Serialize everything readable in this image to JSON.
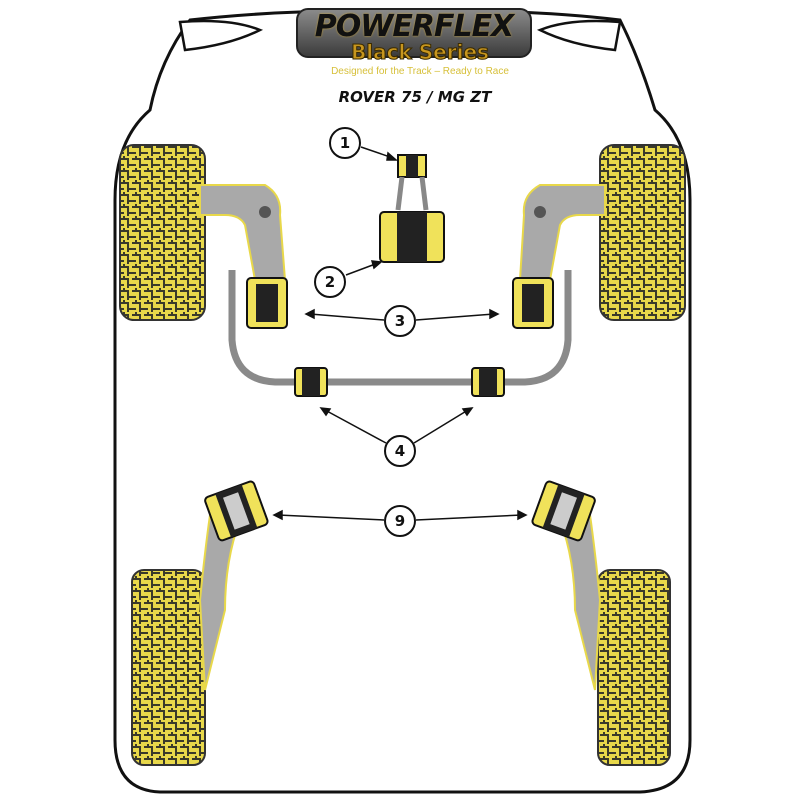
{
  "logo": {
    "brand": "POWERFLEX",
    "series": "Black Series",
    "tagline": "Designed for the Track – Ready to Race"
  },
  "model": "ROVER 75 / MG  ZT",
  "callouts": [
    "1",
    "2",
    "3",
    "4",
    "9"
  ],
  "colors": {
    "bush": "#f0e25a",
    "arm": "#a9a9a9",
    "outline": "#111111",
    "tyre": "#e8d84a"
  }
}
